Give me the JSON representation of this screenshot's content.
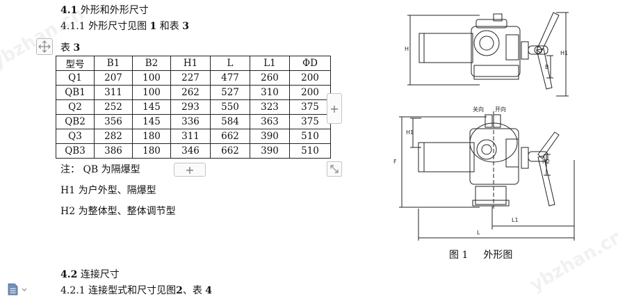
{
  "section_1": {
    "number": "4.1",
    "title": "外形和外形尺寸",
    "sub_number": "4.1.1",
    "sub_text_a": "外形尺寸见图",
    "sub_fig": "1",
    "sub_text_b": "和表",
    "sub_table": "3"
  },
  "table": {
    "caption_label": "表",
    "caption_number": "3",
    "headers": [
      "型号",
      "B1",
      "B2",
      "H1",
      "L",
      "L1",
      "ΦD"
    ],
    "rows": [
      [
        "Q1",
        "207",
        "100",
        "227",
        "477",
        "260",
        "200"
      ],
      [
        "QB1",
        "311",
        "100",
        "262",
        "527",
        "310",
        "200"
      ],
      [
        "Q2",
        "252",
        "145",
        "293",
        "550",
        "323",
        "375"
      ],
      [
        "QB2",
        "356",
        "145",
        "336",
        "584",
        "363",
        "375"
      ],
      [
        "Q3",
        "282",
        "180",
        "311",
        "662",
        "390",
        "510"
      ],
      [
        "QB3",
        "386",
        "180",
        "346",
        "662",
        "390",
        "510"
      ]
    ]
  },
  "notes": {
    "note_1": "注：  QB 为隔爆型",
    "note_2": "H1 为户外型、隔爆型",
    "note_3": "H2 为整体型、整体调节型"
  },
  "figure": {
    "caption_label": "图 1",
    "caption_text": "外形图",
    "label_close": "关向",
    "label_open": "开向",
    "dim_h": "H",
    "dim_h1": "H1",
    "dim_h2": "H2",
    "dim_b": "B",
    "dim_l": "L",
    "dim_l1": "L1",
    "dim_f": "F"
  },
  "section_2": {
    "number": "4.2",
    "title": "连接尺寸",
    "sub_number": "4.2.1",
    "sub_text_a": "连接型式和尺寸见图",
    "sub_fig": "2",
    "sub_text_b": "、表",
    "sub_table": "4"
  },
  "controls": {
    "plus_symbol": "+",
    "resize_symbol": "↖↘"
  },
  "watermark": {
    "text": "ybzhan.cn"
  },
  "colors": {
    "text": "#111111",
    "border": "#222222",
    "control_border": "#c5c5c5",
    "watermark": "#787878"
  }
}
